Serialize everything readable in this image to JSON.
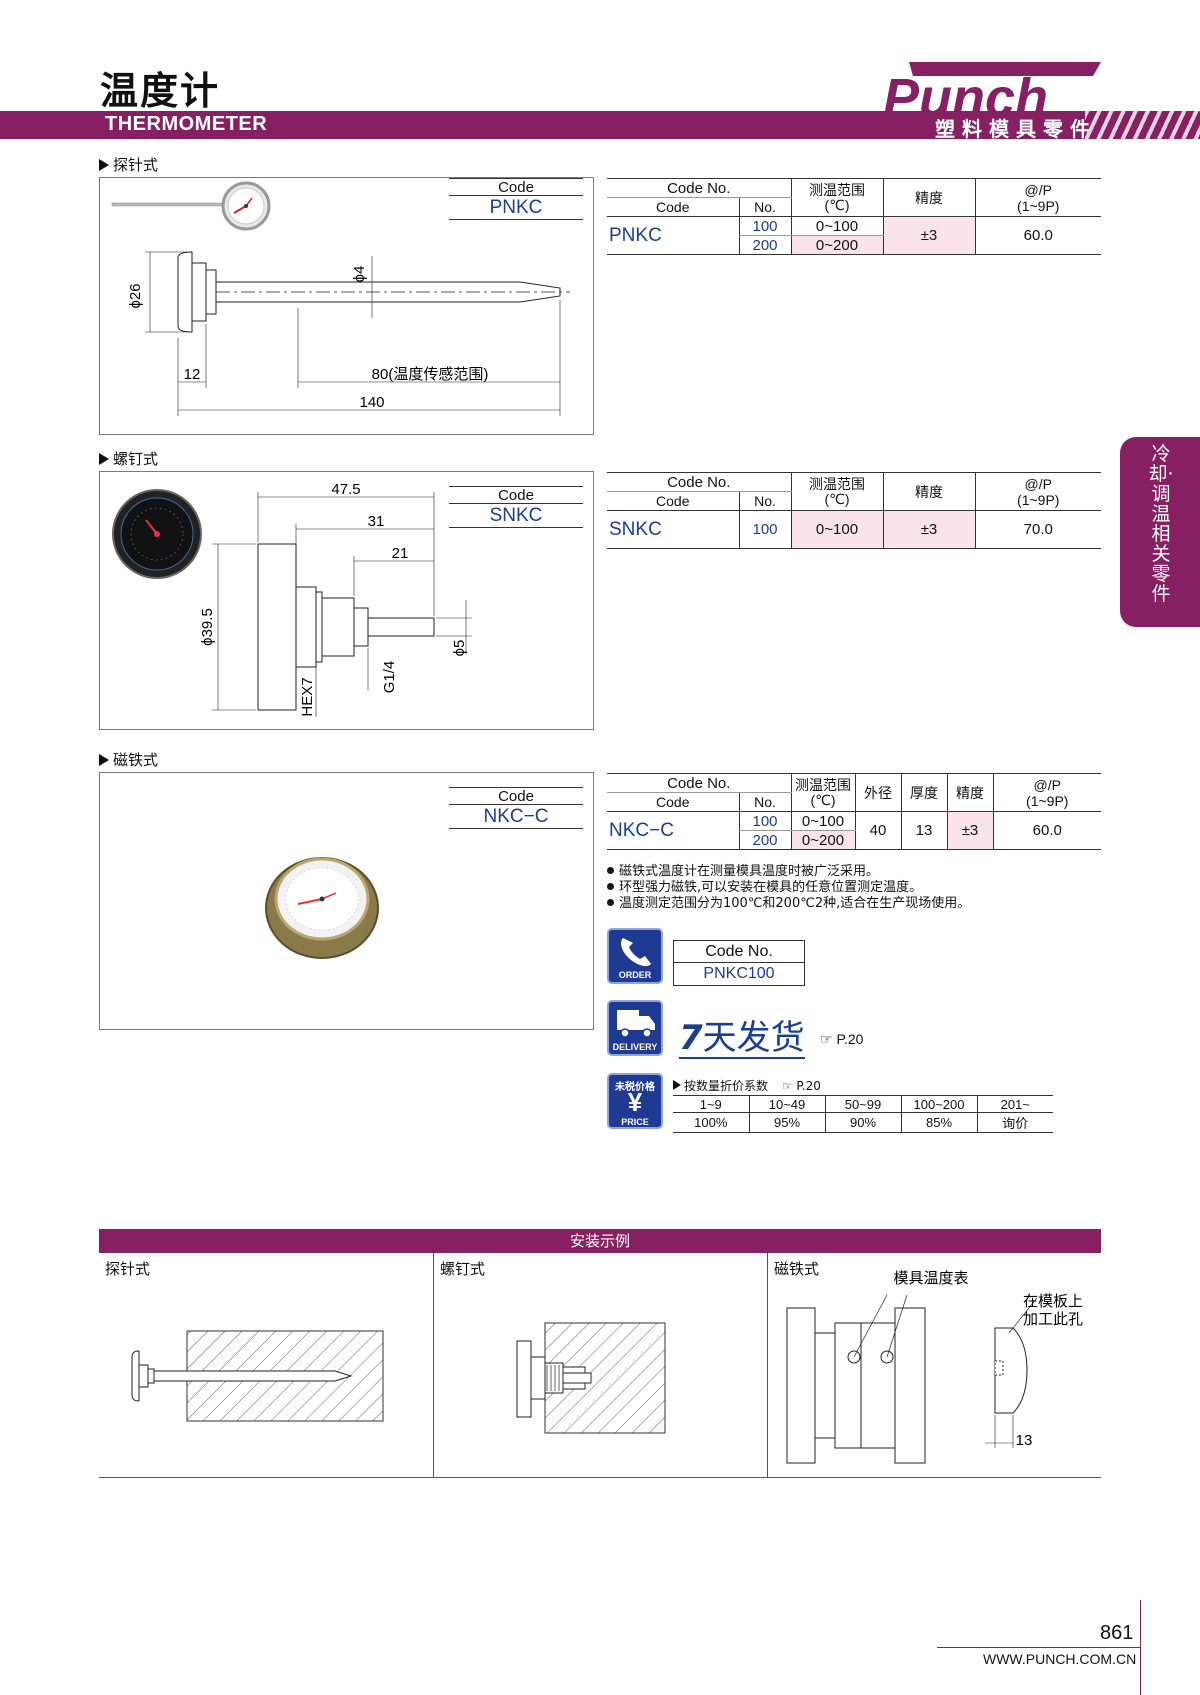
{
  "header": {
    "title_cn": "温度计",
    "title_en": "THERMOMETER",
    "brand": "Punch",
    "brand_sub": "塑料模具零件",
    "side_tab": "冷却·调温相关零件"
  },
  "code_label": "Code",
  "table_headers": {
    "code_no": "Code No.",
    "code": "Code",
    "no": "No.",
    "range": "测温范围",
    "range_unit": "(℃)",
    "precision": "精度",
    "price": "@/P",
    "price_qty": "(1~9P)",
    "od": "外径",
    "thickness": "厚度"
  },
  "sections": {
    "probe": {
      "label": "探针式",
      "code": "PNKC",
      "rows": [
        {
          "no": "100",
          "range": "0~100"
        },
        {
          "no": "200",
          "range": "0~200"
        }
      ],
      "precision": "±3",
      "price": "60.0",
      "dims": {
        "dia": "ϕ26",
        "dia_stem": "ϕ4",
        "d12": "12",
        "d80": "80(温度传感范围)",
        "d140": "140"
      }
    },
    "screw": {
      "label": "螺钉式",
      "code": "SNKC",
      "no": "100",
      "range": "0~100",
      "precision": "±3",
      "price": "70.0",
      "dims": {
        "d47": "47.5",
        "d31": "31",
        "d21": "21",
        "dia": "ϕ39.5",
        "hex": "HEX7",
        "g": "G1/4",
        "d5": "ϕ5"
      }
    },
    "magnet": {
      "label": "磁铁式",
      "code": "NKC−C",
      "rows": [
        {
          "no": "100",
          "range": "0~100"
        },
        {
          "no": "200",
          "range": "0~200"
        }
      ],
      "od": "40",
      "thickness": "13",
      "precision": "±3",
      "price": "60.0"
    }
  },
  "notes": [
    "磁铁式温度计在测量模具温度时被广泛采用。",
    "环型强力磁铁,可以安装在模具的任意位置测定温度。",
    "温度测定范围分为100℃和200℃2种,适合在生产现场使用。"
  ],
  "order": {
    "icon_label": "ORDER",
    "header": "Code No.",
    "example": "PNKC100"
  },
  "delivery": {
    "icon_label": "DELIVERY",
    "num": "7",
    "text": "天发货",
    "ref": "☞ P.20"
  },
  "price": {
    "icon_label_top": "未税价格",
    "icon_label_bottom": "PRICE",
    "title": "按数量折价系数",
    "ref": "☞ P.20",
    "qty": [
      "1~9",
      "10~49",
      "50~99",
      "100~200",
      "201~"
    ],
    "rate": [
      "100%",
      "95%",
      "90%",
      "85%",
      "询价"
    ]
  },
  "install": {
    "title": "安装示例",
    "cols": [
      "探针式",
      "螺钉式",
      "磁铁式"
    ],
    "mold_label": "模具温度表",
    "hole_label_1": "在模板上",
    "hole_label_2": "加工此孔",
    "hole_dim": "13"
  },
  "footer": {
    "page": "861",
    "url": "WWW.PUNCH.COM.CN"
  },
  "colors": {
    "brand": "#862062",
    "blue": "#1a3f8f",
    "pink": "#fbe3ec"
  }
}
